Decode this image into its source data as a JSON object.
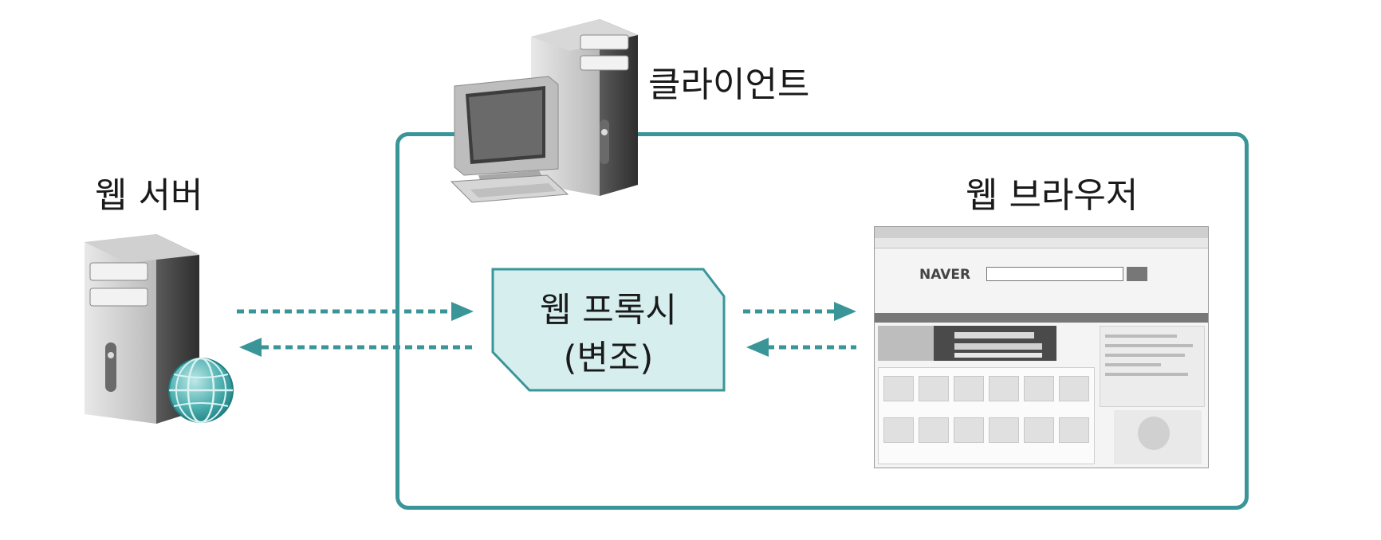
{
  "labels": {
    "client": "클라이언트",
    "web_server": "웹 서버",
    "web_browser": "웹 브라우저"
  },
  "proxy": {
    "line1": "웹 프록시",
    "line2": "(변조)"
  },
  "browser_screenshot": {
    "logo": "NAVER"
  },
  "colors": {
    "accent": "#3a9599",
    "proxy_fill": "#d6eeee",
    "globe": "#4fb0b0"
  }
}
